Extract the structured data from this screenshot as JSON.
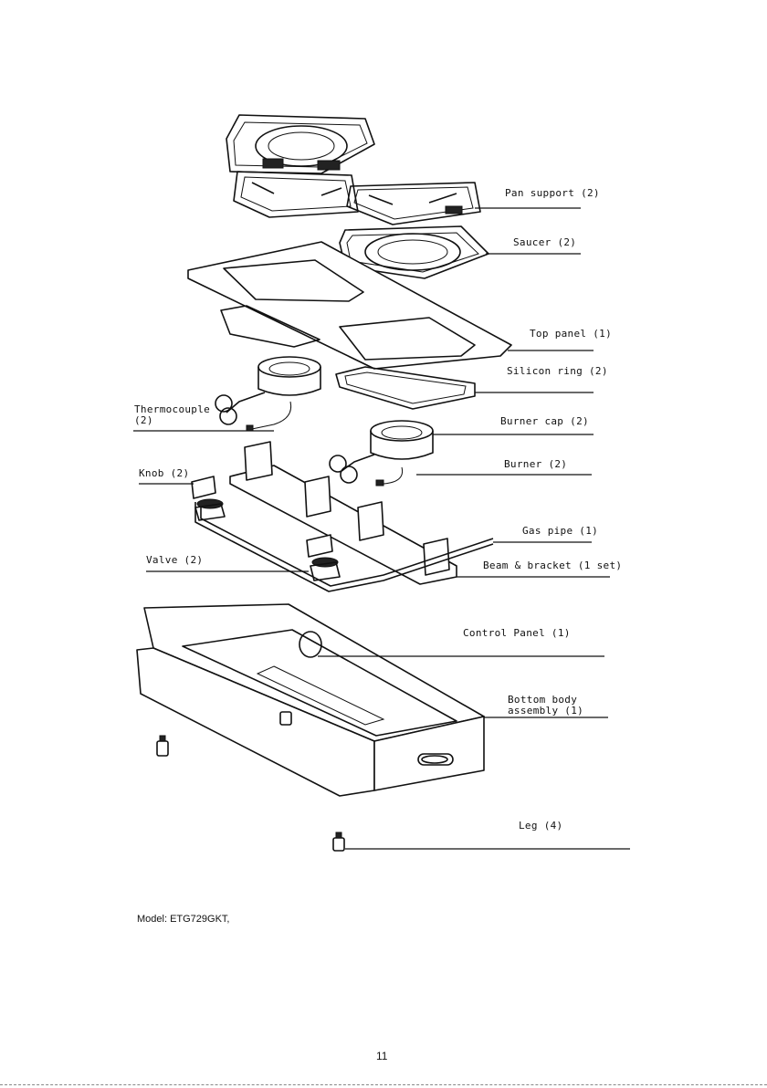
{
  "parts": [
    {
      "id": "pan-support",
      "label": "Pan support (2)"
    },
    {
      "id": "saucer",
      "label": "Saucer (2)"
    },
    {
      "id": "top-panel",
      "label": "Top panel (1)"
    },
    {
      "id": "silicon-ring",
      "label": "Silicon ring (2)"
    },
    {
      "id": "thermocouple",
      "label": "Thermocouple\n(2)"
    },
    {
      "id": "burner-cap",
      "label": "Burner cap (2)"
    },
    {
      "id": "knob",
      "label": "Knob (2)"
    },
    {
      "id": "burner",
      "label": "Burner (2)"
    },
    {
      "id": "gas-pipe",
      "label": "Gas pipe (1)"
    },
    {
      "id": "valve",
      "label": "Valve (2)"
    },
    {
      "id": "beam-bracket",
      "label": "Beam & bracket (1 set)"
    },
    {
      "id": "control-panel",
      "label": "Control Panel (1)"
    },
    {
      "id": "bottom-body",
      "label": "Bottom body\nassembly (1)"
    },
    {
      "id": "leg",
      "label": "Leg (4)"
    }
  ],
  "model": "Model:  ETG729GKT,",
  "page_number": "11"
}
